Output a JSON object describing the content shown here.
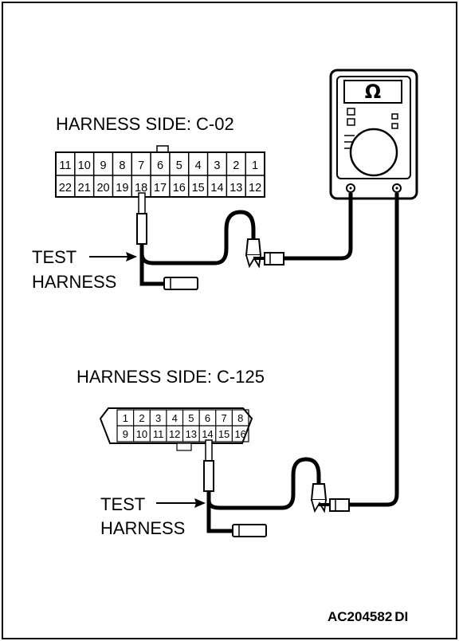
{
  "connector_top": {
    "title": "HARNESS SIDE: C-02",
    "row1": [
      "11",
      "10",
      "9",
      "8",
      "7",
      "6",
      "5",
      "4",
      "3",
      "2",
      "1"
    ],
    "row2": [
      "22",
      "21",
      "20",
      "19",
      "18",
      "17",
      "16",
      "15",
      "14",
      "13",
      "12"
    ]
  },
  "connector_bottom": {
    "title": "HARNESS SIDE: C-125",
    "row1": [
      "1",
      "2",
      "3",
      "4",
      "5",
      "6",
      "7",
      "8"
    ],
    "row2": [
      "9",
      "10",
      "11",
      "12",
      "13",
      "14",
      "15",
      "16"
    ]
  },
  "test_harness_label": {
    "line1": "TEST",
    "line2": "HARNESS"
  },
  "meter": {
    "symbol": "Ω"
  },
  "figure_code": "AC204582",
  "figure_suffix": "DI"
}
